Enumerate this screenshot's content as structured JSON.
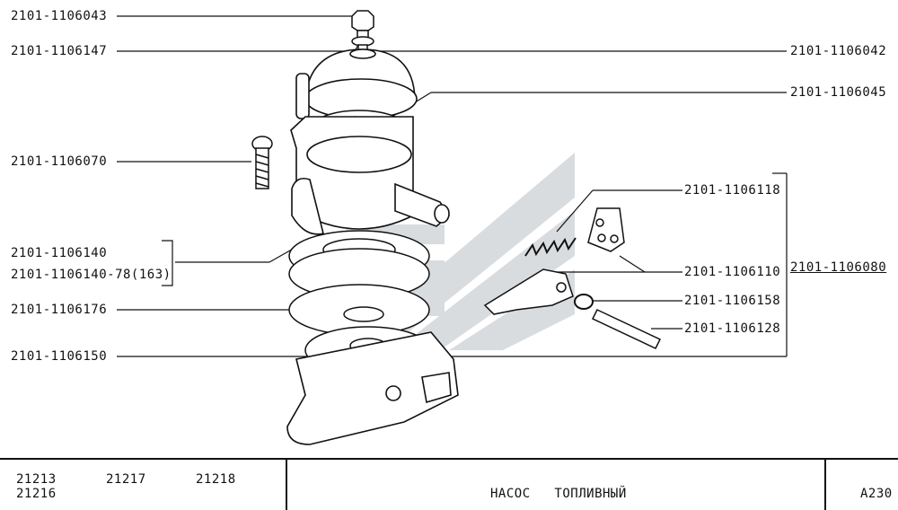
{
  "callouts": {
    "bolt": "2101-1106043",
    "washer": "2101-1106147",
    "bolt_side": "2101-1106070",
    "gasket_a": "2101-1106140",
    "gasket_b": "2101-1106140-78(163)",
    "gasket_c": "2101-1106176",
    "valve": "2101-1106150",
    "cover": "2101-1106042",
    "filter": "2101-1106045",
    "spring": "2101-1106118",
    "lever": "2101-1106110",
    "ring": "2101-1106158",
    "pin": "2101-1106128",
    "assembly": "2101-1106080"
  },
  "footer": {
    "model_1": "21213",
    "model_2": "21216",
    "model_3": "21217",
    "model_4": "21218",
    "title": "НАСОС   ТОПЛИВНЫЙ",
    "code": "A230"
  },
  "colors": {
    "ink": "#111111",
    "watermark": "#d5d9dc"
  }
}
